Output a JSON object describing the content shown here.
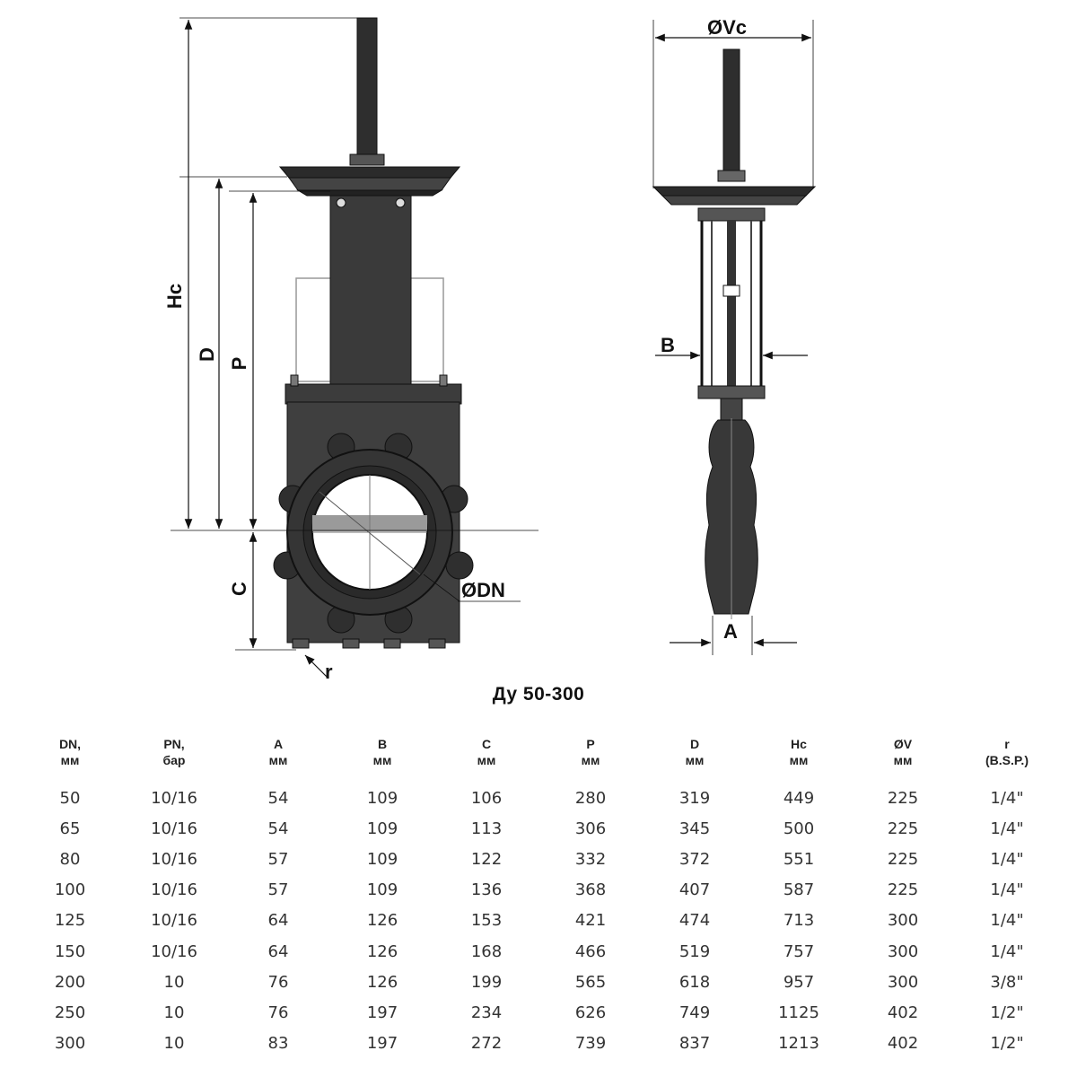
{
  "drawing": {
    "labels": {
      "hc": "Hc",
      "d": "D",
      "p": "P",
      "c": "C",
      "r": "r",
      "dn": "ØDN",
      "vc": "ØVc",
      "b": "B",
      "a": "A"
    }
  },
  "caption": "Ду 50-300",
  "table": {
    "headers": [
      {
        "line1": "DN,",
        "line2": "мм"
      },
      {
        "line1": "PN,",
        "line2": "бар"
      },
      {
        "line1": "A",
        "line2": "мм"
      },
      {
        "line1": "B",
        "line2": "мм"
      },
      {
        "line1": "C",
        "line2": "мм"
      },
      {
        "line1": "P",
        "line2": "мм"
      },
      {
        "line1": "D",
        "line2": "мм"
      },
      {
        "line1": "Hc",
        "line2": "мм"
      },
      {
        "line1": "ØV",
        "line2": "мм"
      },
      {
        "line1": "r",
        "line2": "(B.S.P.)"
      }
    ],
    "rows": [
      [
        "50",
        "10/16",
        "54",
        "109",
        "106",
        "280",
        "319",
        "449",
        "225",
        "1/4\""
      ],
      [
        "65",
        "10/16",
        "54",
        "109",
        "113",
        "306",
        "345",
        "500",
        "225",
        "1/4\""
      ],
      [
        "80",
        "10/16",
        "57",
        "109",
        "122",
        "332",
        "372",
        "551",
        "225",
        "1/4\""
      ],
      [
        "100",
        "10/16",
        "57",
        "109",
        "136",
        "368",
        "407",
        "587",
        "225",
        "1/4\""
      ],
      [
        "125",
        "10/16",
        "64",
        "126",
        "153",
        "421",
        "474",
        "713",
        "300",
        "1/4\""
      ],
      [
        "150",
        "10/16",
        "64",
        "126",
        "168",
        "466",
        "519",
        "757",
        "300",
        "1/4\""
      ],
      [
        "200",
        "10",
        "76",
        "126",
        "199",
        "565",
        "618",
        "957",
        "300",
        "3/8\""
      ],
      [
        "250",
        "10",
        "76",
        "197",
        "234",
        "626",
        "749",
        "1125",
        "402",
        "1/2\""
      ],
      [
        "300",
        "10",
        "83",
        "197",
        "272",
        "739",
        "837",
        "1213",
        "402",
        "1/2\""
      ]
    ]
  }
}
